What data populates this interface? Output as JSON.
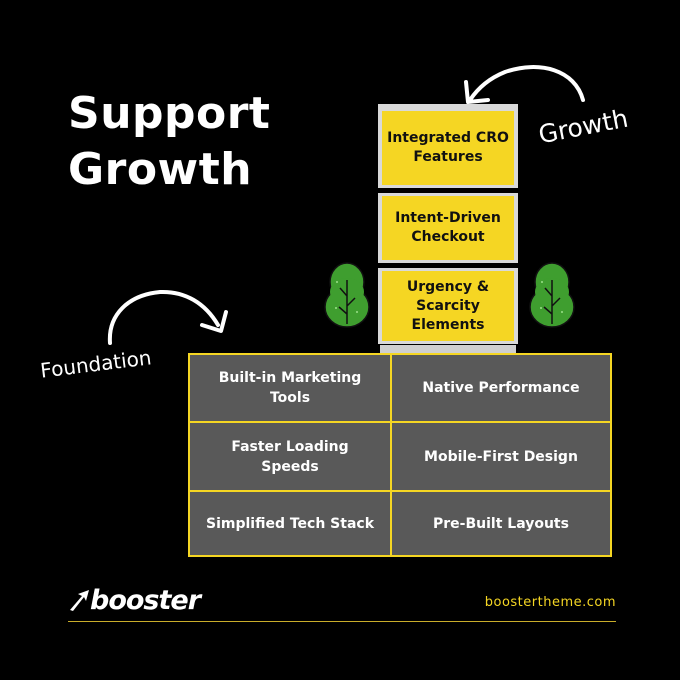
{
  "title": {
    "line1": "Support",
    "line2": "Growth"
  },
  "labels": {
    "growth": "Growth",
    "foundation": "Foundation"
  },
  "stack_blocks": [
    {
      "label": "Integrated CRO Features"
    },
    {
      "label": "Intent-Driven Checkout"
    },
    {
      "label": "Urgency & Scarcity Elements"
    }
  ],
  "foundation_cells": [
    {
      "label": "Built-in Marketing Tools"
    },
    {
      "label": "Native Performance"
    },
    {
      "label": "Faster Loading Speeds"
    },
    {
      "label": "Mobile-First Design"
    },
    {
      "label": "Simplified Tech Stack"
    },
    {
      "label": "Pre-Built Layouts"
    }
  ],
  "footer": {
    "logo": "booster",
    "url": "boostertheme.com"
  },
  "colors": {
    "background": "#000000",
    "accent_yellow": "#f5d623",
    "cell_gray": "#595959",
    "tree_green": "#3f9e2f",
    "text": "#ffffff"
  },
  "icons": [
    "curved-arrow-icon",
    "tree-icon",
    "booster-arrow-logo-icon"
  ]
}
